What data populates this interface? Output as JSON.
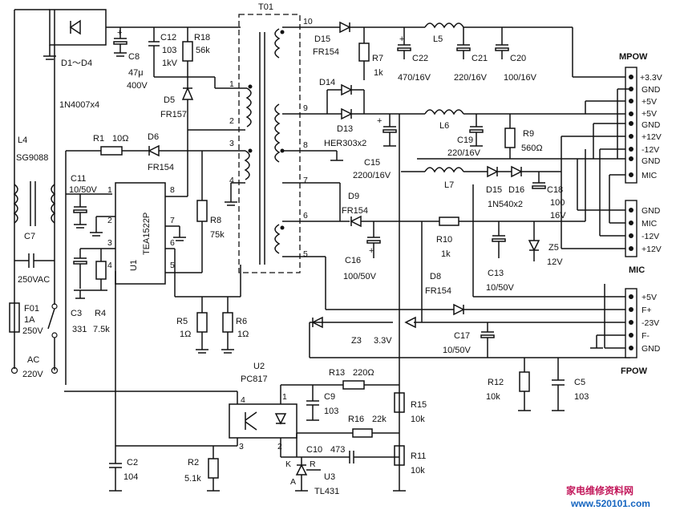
{
  "bridge": {
    "ref": "D1～D4",
    "part": "1N4007x4"
  },
  "mains": {
    "label": "AC",
    "voltage": "220V"
  },
  "fuse": {
    "ref": "F01",
    "rating_a": "1A",
    "rating_v": "250V"
  },
  "choke": {
    "ref": "L4",
    "part": "SG9088"
  },
  "c7": {
    "ref": "C7",
    "rating": "250VAC"
  },
  "c8": {
    "ref": "C8",
    "value": "47μ",
    "rating": "400V"
  },
  "c12": {
    "ref": "C12",
    "value": "103",
    "rating": "1kV"
  },
  "r18": {
    "ref": "R18",
    "value": "56k"
  },
  "d5": {
    "ref": "D5",
    "part": "FR157"
  },
  "r1": {
    "ref": "R1",
    "value": "10Ω"
  },
  "d6": {
    "ref": "D6",
    "part": "FR154"
  },
  "c11": {
    "ref": "C11",
    "value": "10/50V"
  },
  "ic": {
    "ref": "U1",
    "part": "TEA1522P",
    "pins": [
      "1",
      "2",
      "3",
      "4",
      "5",
      "6",
      "7",
      "8"
    ]
  },
  "r8": {
    "ref": "R8",
    "value": "75k"
  },
  "c3": {
    "ref": "C3",
    "value": "331"
  },
  "r4": {
    "ref": "R4",
    "value": "7.5k"
  },
  "r5": {
    "ref": "R5",
    "value": "1Ω"
  },
  "r6": {
    "ref": "R6",
    "value": "1Ω"
  },
  "transformer": {
    "ref": "T01",
    "pins": [
      "1",
      "2",
      "3",
      "4",
      "5",
      "6",
      "7",
      "8",
      "9",
      "10"
    ]
  },
  "d15": {
    "ref": "D15",
    "part": "FR154"
  },
  "r7": {
    "ref": "R7",
    "value": "1k"
  },
  "c22": {
    "ref": "C22",
    "value": "470/16V"
  },
  "l5": {
    "ref": "L5"
  },
  "c21": {
    "ref": "C21",
    "value": "220/16V"
  },
  "c20": {
    "ref": "C20",
    "value": "100/16V"
  },
  "d14": {
    "ref": "D14"
  },
  "d13": {
    "ref": "D13",
    "part": "HER303x2"
  },
  "l6": {
    "ref": "L6"
  },
  "c19": {
    "ref": "C19",
    "value": "220/16V"
  },
  "r9": {
    "ref": "R9",
    "value": "560Ω"
  },
  "c15": {
    "ref": "C15",
    "value": "2200/16V"
  },
  "l7": {
    "ref": "L7"
  },
  "d15b": {
    "ref": "D15"
  },
  "d16": {
    "ref": "D16",
    "part": "1N540x2"
  },
  "c18": {
    "ref": "C18",
    "value": "100",
    "rating": "16V"
  },
  "d9": {
    "ref": "D9",
    "part": "FR154"
  },
  "r10": {
    "ref": "R10",
    "value": "1k"
  },
  "c16": {
    "ref": "C16",
    "value": "100/50V"
  },
  "c13": {
    "ref": "C13",
    "value": "10/50V"
  },
  "z5": {
    "ref": "Z5",
    "value": "12V"
  },
  "d8": {
    "ref": "D8",
    "part": "FR154"
  },
  "z3": {
    "ref": "Z3",
    "value": "3.3V"
  },
  "c17": {
    "ref": "C17",
    "value": "10/50V"
  },
  "r12": {
    "ref": "R12",
    "value": "10k"
  },
  "c5": {
    "ref": "C5",
    "value": "103"
  },
  "u2": {
    "ref": "U2",
    "part": "PC817",
    "pins": [
      "4",
      "1",
      "3",
      "2"
    ]
  },
  "r13": {
    "ref": "R13",
    "value": "220Ω"
  },
  "c9": {
    "ref": "C9",
    "value": "103"
  },
  "r15": {
    "ref": "R15",
    "value": "10k"
  },
  "r16": {
    "ref": "R16",
    "value": "22k"
  },
  "c10": {
    "ref": "C10",
    "value": "473"
  },
  "r11": {
    "ref": "R11",
    "value": "10k"
  },
  "u3": {
    "ref": "U3",
    "part": "TL431",
    "pin_k": "K",
    "pin_r": "R",
    "pin_a": "A"
  },
  "c2": {
    "ref": "C2",
    "value": "104"
  },
  "r2": {
    "ref": "R2",
    "value": "5.1k"
  },
  "mpow": {
    "title": "MPOW",
    "pins": [
      "+3.3V",
      "GND",
      "+5V",
      "+5V",
      "GND",
      "+12V",
      "-12V",
      "GND",
      "MIC"
    ]
  },
  "mic": {
    "title": "MIC",
    "pins": [
      "GND",
      "MIC",
      "-12V",
      "+12V"
    ]
  },
  "fpow": {
    "title": "FPOW",
    "pins": [
      "+5V",
      "F+",
      "-23V",
      "F-",
      "GND"
    ]
  },
  "watermark": {
    "site_cn": "家电维修资料网",
    "site_url": "www.520101.com"
  },
  "colors": {
    "ink": "#111111",
    "watermark_red": "#c2185b",
    "watermark_blue": "#1565c0"
  }
}
